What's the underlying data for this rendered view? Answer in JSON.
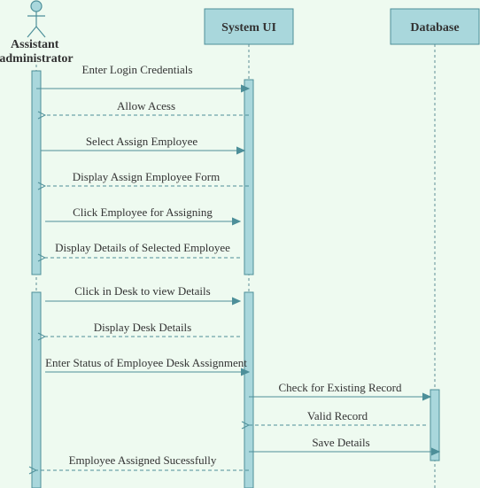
{
  "participants": {
    "actor": "Assistant administrator",
    "system": "System UI",
    "database": "Database"
  },
  "messages": [
    {
      "text": "Enter Login Credentials",
      "type": "sync"
    },
    {
      "text": "Allow Acess",
      "type": "return"
    },
    {
      "text": "Select Assign Employee",
      "type": "sync"
    },
    {
      "text": "Display Assign Employee Form",
      "type": "return"
    },
    {
      "text": "Click Employee for Assigning",
      "type": "sync"
    },
    {
      "text": "Display Details of Selected Employee",
      "type": "return"
    },
    {
      "text": "Click in Desk to view Details",
      "type": "sync"
    },
    {
      "text": "Display Desk Details",
      "type": "return"
    },
    {
      "text": "Enter Status of  Employee Desk Assignment",
      "type": "sync"
    },
    {
      "text": "Check for Existing Record",
      "type": "sync"
    },
    {
      "text": "Valid Record",
      "type": "return"
    },
    {
      "text": "Save Details",
      "type": "sync"
    },
    {
      "text": "Employee Assigned Sucessfully",
      "type": "return"
    }
  ],
  "colors": {
    "box_fill": "#a9d7dc",
    "box_stroke": "#4d8f99",
    "line": "#5e8f96",
    "text": "#333333",
    "background": "#eefaf0"
  }
}
